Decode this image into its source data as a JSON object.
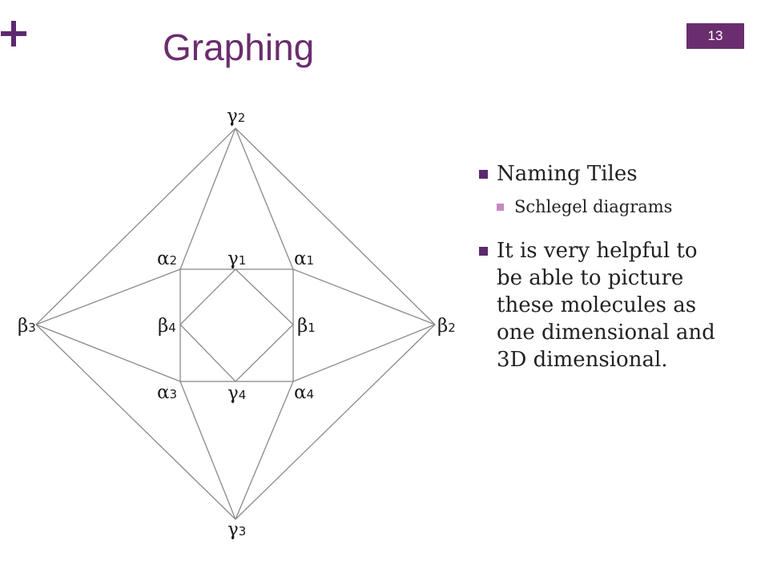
{
  "slide": {
    "title": "Graphing",
    "page_number": "13"
  },
  "diagram": {
    "labels": {
      "gamma2": {
        "symbol": "γ",
        "sub": "2"
      },
      "gamma1": {
        "symbol": "γ",
        "sub": "1"
      },
      "gamma3": {
        "symbol": "γ",
        "sub": "3"
      },
      "gamma4": {
        "symbol": "γ",
        "sub": "4"
      },
      "alpha1": {
        "symbol": "α",
        "sub": "1"
      },
      "alpha2": {
        "symbol": "α",
        "sub": "2"
      },
      "alpha3": {
        "symbol": "α",
        "sub": "3"
      },
      "alpha4": {
        "symbol": "α",
        "sub": "4"
      },
      "beta1": {
        "symbol": "β",
        "sub": "1"
      },
      "beta2": {
        "symbol": "β",
        "sub": "2"
      },
      "beta3": {
        "symbol": "β",
        "sub": "3"
      },
      "beta4": {
        "symbol": "β",
        "sub": "4"
      }
    },
    "line_color": "#8a8a8a"
  },
  "content": {
    "bullet1": "Naming Tiles",
    "bullet1_sub": "Schlegel diagrams",
    "bullet2_lines": [
      "It is very helpful to",
      "be able to picture",
      "these molecules as",
      "one dimensional and",
      "3D dimensional."
    ]
  },
  "colors": {
    "accent": "#6a2d6e",
    "sub_bullet": "#c38ac0"
  }
}
